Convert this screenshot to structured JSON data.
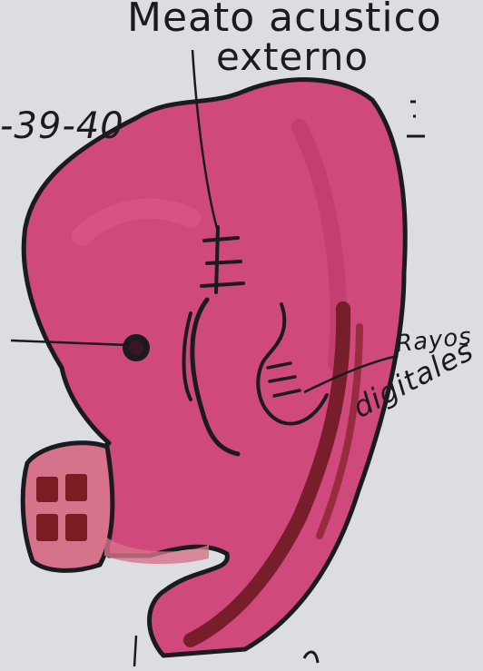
{
  "drawing": {
    "title_line1": "Meato acustico",
    "title_line2": "externo",
    "left_label": "-39-40",
    "right_label_line1": "Rayos",
    "right_label_line2": "digitales"
  },
  "colors": {
    "paper": "#dcdde0",
    "body_fill": "#d0497c",
    "body_shade": "#b83568",
    "outline": "#1b1b1f",
    "dark_red": "#6e1a22",
    "limb_pink": "#d6738a"
  }
}
